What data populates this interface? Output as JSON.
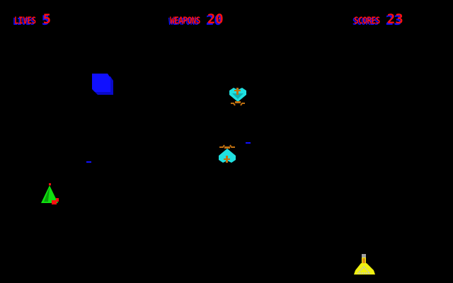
{
  "hud": {
    "lives_label": "LIVES",
    "lives_value": "5",
    "weapons_label": "WEAPONS",
    "weapons_value": "20",
    "scores_label": "SCORES",
    "scores_value": "23"
  },
  "colors": {
    "hud_text": "#ff1010",
    "hud_shadow": "#1010ff",
    "enemy": "#20e0e0",
    "tree": "#10e010",
    "potion": "#f0f010",
    "block": "#1010ff"
  }
}
